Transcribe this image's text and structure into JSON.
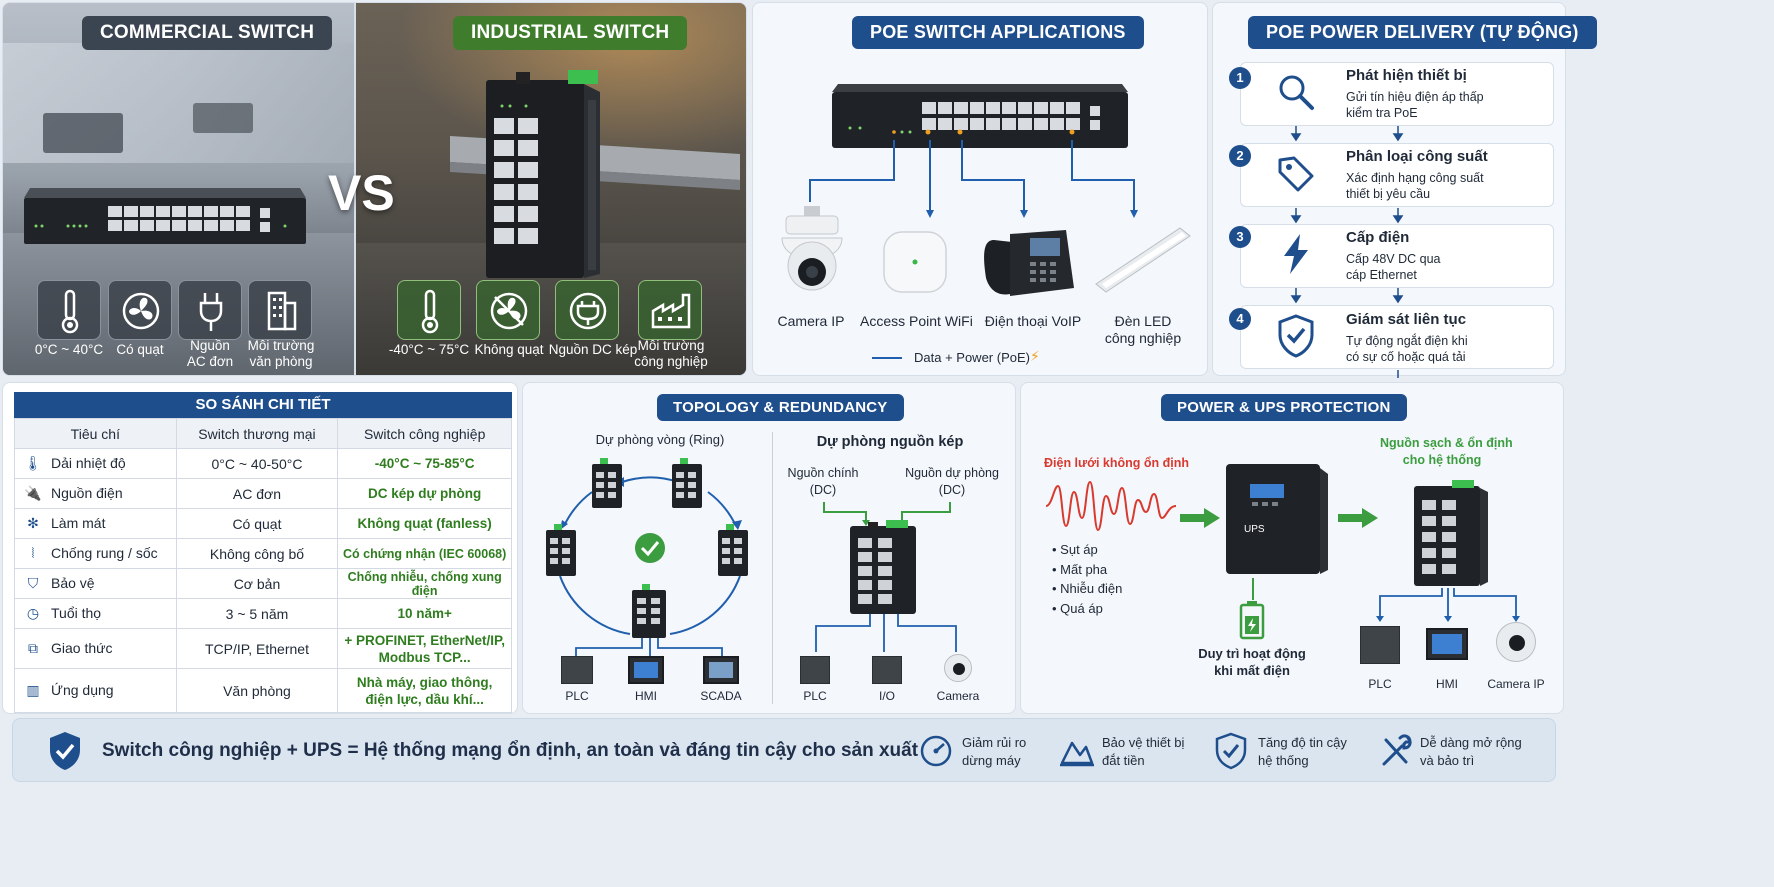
{
  "colors": {
    "primary": "#1f4e8c",
    "industrial_green": "#3f7d2d",
    "power_red": "#d93a2f"
  },
  "compare": {
    "commercial_title": "COMMERCIAL SWITCH",
    "industrial_title": "INDUSTRIAL SWITCH",
    "vs": "VS",
    "commercial_features": [
      {
        "icon": "thermometer-icon",
        "label": "0°C ~ 40°C"
      },
      {
        "icon": "fan-icon",
        "label": "Có quạt"
      },
      {
        "icon": "plug-icon",
        "label": "Nguồn",
        "label2": "AC đơn"
      },
      {
        "icon": "office-building-icon",
        "label": "Môi trường",
        "label2": "văn phòng"
      }
    ],
    "industrial_features": [
      {
        "icon": "thermometer-icon",
        "label": "-40°C ~ 75°C"
      },
      {
        "icon": "no-fan-icon",
        "label": "Không quạt"
      },
      {
        "icon": "dual-plug-icon",
        "label": "Nguồn DC kép"
      },
      {
        "icon": "factory-icon",
        "label": "Môi trường",
        "label2": "công nghiệp"
      }
    ]
  },
  "poe_apps": {
    "title": "POE SWITCH APPLICATIONS",
    "devices": [
      {
        "label": "Camera IP"
      },
      {
        "label": "Access Point WiFi"
      },
      {
        "label": "Điện thoại VoIP"
      },
      {
        "label": "Đèn LED",
        "label2": "công nghiệp"
      }
    ],
    "legend": "Data + Power (PoE)"
  },
  "poe_power": {
    "title": "POE POWER DELIVERY (TỰ ĐỘNG)",
    "steps": [
      {
        "num": "1",
        "icon": "magnifier-icon",
        "title": "Phát hiện thiết bị",
        "desc1": "Gửi tín hiệu điện áp thấp",
        "desc2": "kiểm tra PoE"
      },
      {
        "num": "2",
        "icon": "tag-icon",
        "title": "Phân loại công suất",
        "desc1": "Xác định hạng công suất",
        "desc2": "thiết bị yêu cầu"
      },
      {
        "num": "3",
        "icon": "lightning-icon",
        "title": "Cấp điện",
        "desc1": "Cấp 48V DC qua",
        "desc2": "cáp Ethernet"
      },
      {
        "num": "4",
        "icon": "shield-check-icon",
        "title": "Giám sát liên tục",
        "desc1": "Tự động ngắt điện khi",
        "desc2": "có sự cố hoặc quá tải"
      }
    ]
  },
  "table": {
    "title": "SO SÁNH CHI TIẾT",
    "headers": [
      "Tiêu chí",
      "Switch thương mại",
      "Switch công nghiệp"
    ],
    "rows": [
      {
        "icon": "thermometer-icon",
        "criterion": "Dải nhiệt độ",
        "commercial": "0°C ~ 40-50°C",
        "industrial": "-40°C ~ 75-85°C"
      },
      {
        "icon": "plug-icon",
        "criterion": "Nguồn điện",
        "commercial": "AC đơn",
        "industrial": "DC kép dự phòng"
      },
      {
        "icon": "fan-icon",
        "criterion": "Làm mát",
        "commercial": "Có quạt",
        "industrial": "Không quạt (fanless)"
      },
      {
        "icon": "vibration-icon",
        "criterion": "Chống rung / sốc",
        "commercial": "Không công bố",
        "industrial": "Có chứng nhận (IEC 60068)"
      },
      {
        "icon": "shield-icon",
        "criterion": "Bảo vệ",
        "commercial": "Cơ bản",
        "industrial": "Chống nhiễu, chống xung điện"
      },
      {
        "icon": "clock-icon",
        "criterion": "Tuổi thọ",
        "commercial": "3 ~ 5 năm",
        "industrial": "10 năm+"
      },
      {
        "icon": "network-icon",
        "criterion": "Giao thức",
        "commercial": "TCP/IP, Ethernet",
        "industrial": "+ PROFINET, EtherNet/IP,",
        "industrial2": "Modbus TCP..."
      },
      {
        "icon": "buildings-icon",
        "criterion": "Ứng dụng",
        "commercial": "Văn phòng",
        "industrial": "Nhà máy, giao thông,",
        "industrial2": "điện lực, dầu khí..."
      }
    ]
  },
  "topology": {
    "title": "TOPOLOGY & REDUNDANCY",
    "ring_title": "Dự phòng vòng (Ring)",
    "ring_devices": [
      "PLC",
      "HMI",
      "SCADA"
    ],
    "dual_title": "Dự phòng nguồn kép",
    "main_power": "Nguồn chính",
    "main_power2": "(DC)",
    "backup_power": "Nguồn dự phòng",
    "backup_power2": "(DC)",
    "dual_devices": [
      "PLC",
      "I/O",
      "Camera"
    ]
  },
  "ups": {
    "title": "POWER & UPS PROTECTION",
    "unstable": "Điện lưới không ổn định",
    "issues": [
      "Sụt áp",
      "Mất pha",
      "Nhiễu điện",
      "Quá áp"
    ],
    "ups_label": "UPS",
    "keep1": "Duy trì hoạt động",
    "keep2": "khi mất điện",
    "clean1": "Nguồn sạch & ổn định",
    "clean2": "cho hệ thống",
    "devices": [
      "PLC",
      "HMI",
      "Camera IP"
    ]
  },
  "footer": {
    "headline": "Switch công nghiệp + UPS = Hệ thống mạng ổn định, an toàn và đáng tin cậy cho sản xuất",
    "benefits": [
      {
        "icon": "gauge-icon",
        "l1": "Giảm rủi ro",
        "l2": "dừng máy"
      },
      {
        "icon": "protect-device-icon",
        "l1": "Bảo vệ thiết bị",
        "l2": "đắt tiền"
      },
      {
        "icon": "shield-check-icon",
        "l1": "Tăng độ tin cậy",
        "l2": "hệ thống"
      },
      {
        "icon": "tools-icon",
        "l1": "Dễ dàng mở rộng",
        "l2": "và bảo trì"
      }
    ]
  }
}
